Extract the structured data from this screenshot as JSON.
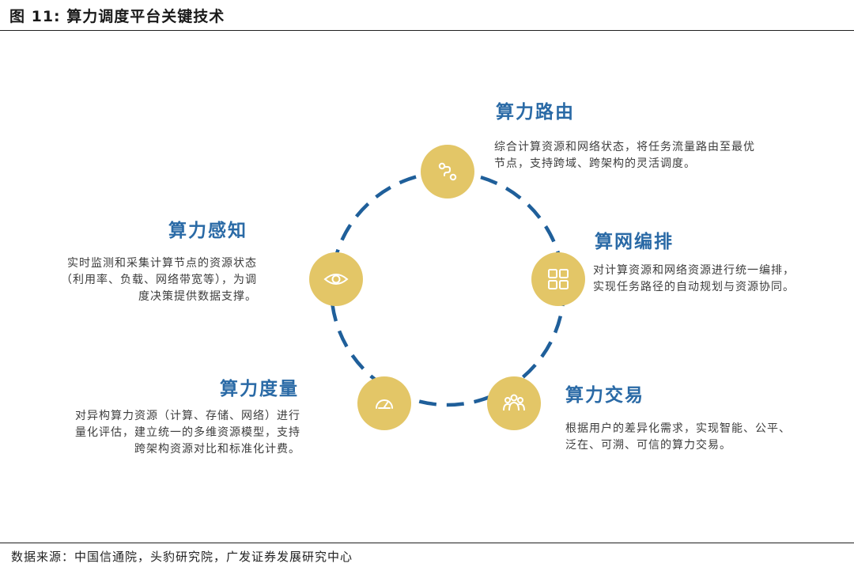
{
  "figure": {
    "title": "图 11: 算力调度平台关键技术",
    "source": "数据来源：中国信通院，头豹研究院，广发证券发展研究中心"
  },
  "colors": {
    "node_fill": "#e3c667",
    "ring_stroke": "#1f5f9a",
    "label": "#2a6aa6"
  },
  "nodes": [
    {
      "id": "routing",
      "icon": "route-icon",
      "label": "算力路由",
      "desc_lines": [
        "综合计算资源和网络状态，将任务流量路由至最优",
        "节点，支持跨域、跨架构的灵活调度。"
      ]
    },
    {
      "id": "orchestration",
      "icon": "grid-icon",
      "label": "算网编排",
      "desc_lines": [
        "对计算资源和网络资源进行统一编排，",
        "实现任务路径的自动规划与资源协同。"
      ]
    },
    {
      "id": "trading",
      "icon": "people-icon",
      "label": "算力交易",
      "desc_lines": [
        "根据用户的差异化需求，实现智能、公平、",
        "泛在、可溯、可信的算力交易。"
      ]
    },
    {
      "id": "measurement",
      "icon": "gauge-icon",
      "label": "算力度量",
      "desc_lines": [
        "对异构算力资源（计算、存储、网络）进行",
        "量化评估，建立统一的多维资源模型，支持",
        "跨架构资源对比和标准化计费。"
      ]
    },
    {
      "id": "perception",
      "icon": "eye-icon",
      "label": "算力感知",
      "desc_lines": [
        "实时监测和采集计算节点的资源状态",
        "（利用率、负载、网络带宽等），为调",
        "度决策提供数据支撑。"
      ]
    }
  ]
}
